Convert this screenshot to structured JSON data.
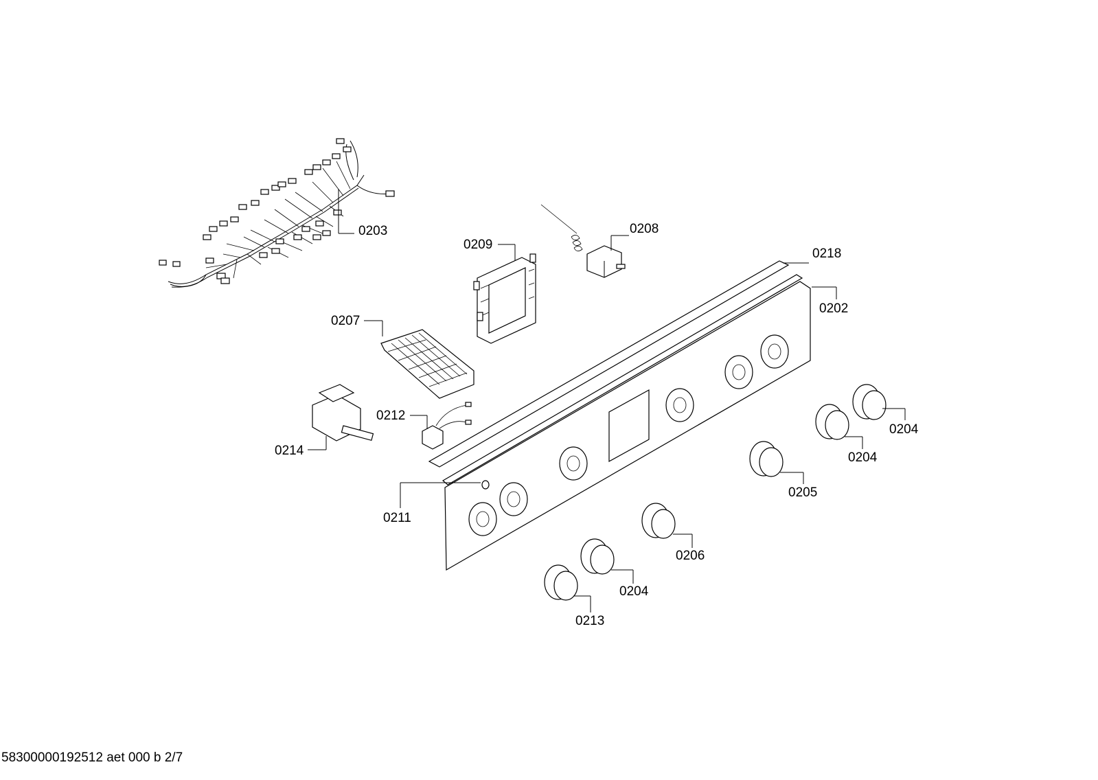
{
  "diagram": {
    "parts": {
      "p0203": "0203",
      "p0209": "0209",
      "p0208": "0208",
      "p0218": "0218",
      "p0202": "0202",
      "p0207": "0207",
      "p0212": "0212",
      "p0214": "0214",
      "p0204a": "0204",
      "p0204b": "0204",
      "p0205": "0205",
      "p0211": "0211",
      "p0206": "0206",
      "p0204c": "0204",
      "p0213": "0213"
    },
    "footer": "58300000192512 aet 000 b 2/7"
  }
}
